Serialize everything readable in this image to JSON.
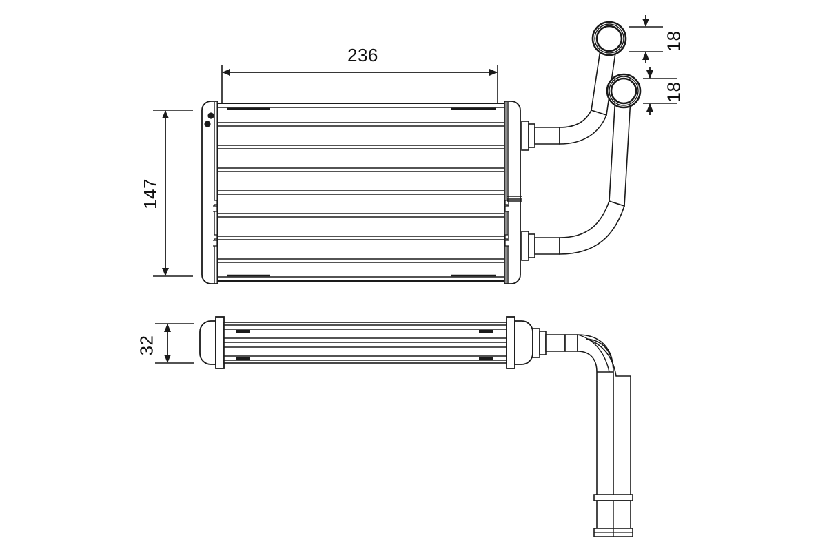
{
  "drawing": {
    "type": "technical-engineering-drawing",
    "subject": "heater core / heat exchanger with outlet pipes",
    "line_color": "#1a1a1a",
    "fill_color": "#ffffff",
    "background_color": "#ffffff",
    "views": [
      {
        "id": "front-view",
        "label": "front view"
      },
      {
        "id": "side-view",
        "label": "side view"
      }
    ]
  },
  "dimensions": {
    "width": {
      "value": "236",
      "orientation": "horizontal",
      "view": "front-view"
    },
    "height": {
      "value": "147",
      "orientation": "vertical",
      "view": "front-view"
    },
    "pipe_top": {
      "value": "18",
      "orientation": "vertical",
      "view": "front-view"
    },
    "pipe_bottom": {
      "value": "18",
      "orientation": "vertical",
      "view": "front-view"
    },
    "depth": {
      "value": "32",
      "orientation": "vertical",
      "view": "side-view"
    }
  }
}
